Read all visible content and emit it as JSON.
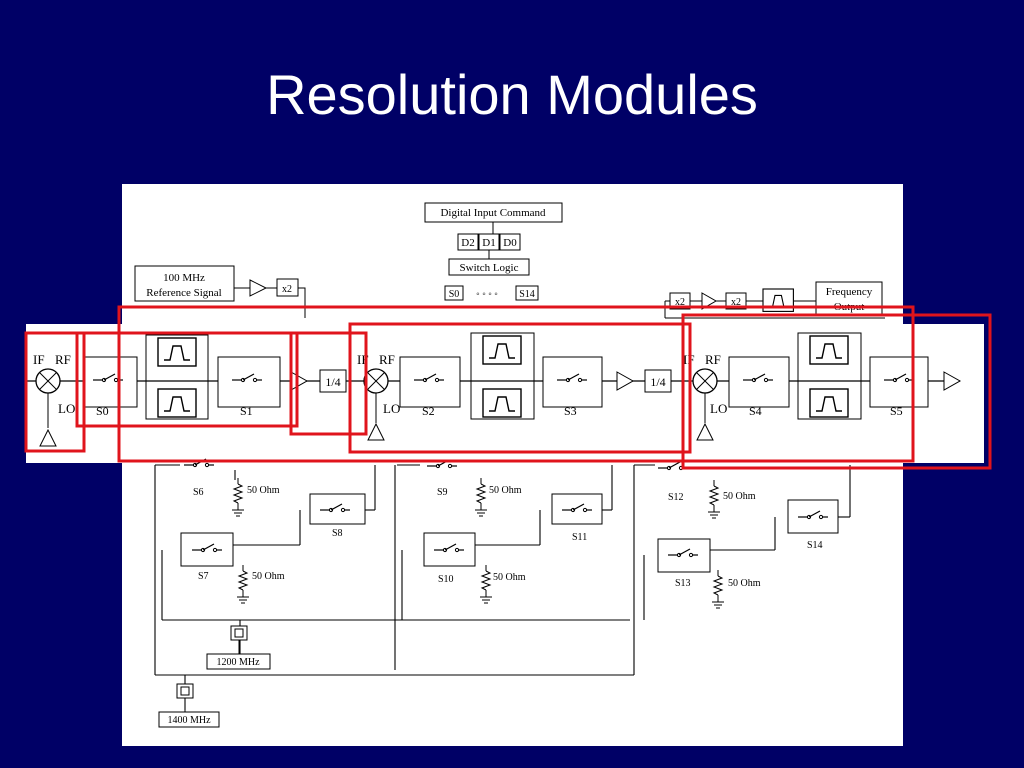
{
  "slide": {
    "title": "Resolution Modules"
  },
  "colors": {
    "background": "#000066",
    "title": "#ffffff",
    "panel": "#ffffff",
    "line": "#000000",
    "highlight": "#e0141c"
  },
  "diagram": {
    "top_labels": {
      "digital_input": "Digital Input Command",
      "d2": "D2",
      "d1": "D1",
      "d0": "D0",
      "switch_logic": "Switch Logic",
      "s0": "S0",
      "dots": "◦ ◦ ◦ ◦",
      "s14": "S14",
      "ref_signal_line1": "100 MHz",
      "ref_signal_line2": "Reference Signal",
      "x2": "x2",
      "freq_out_line1": "Frequency",
      "freq_out_line2": "Output"
    },
    "chain": {
      "if": "IF",
      "rf": "RF",
      "lo": "LO",
      "divide": "1/4",
      "switches": [
        "S0",
        "S1",
        "S2",
        "S3",
        "S4",
        "S5"
      ]
    },
    "lower": {
      "switches": [
        "S6",
        "S7",
        "S8",
        "S9",
        "S10",
        "S11",
        "S12",
        "S13",
        "S14"
      ],
      "load": "50 Ohm",
      "osc_1200": "1200 MHz",
      "osc_1400": "1400 MHz"
    }
  }
}
